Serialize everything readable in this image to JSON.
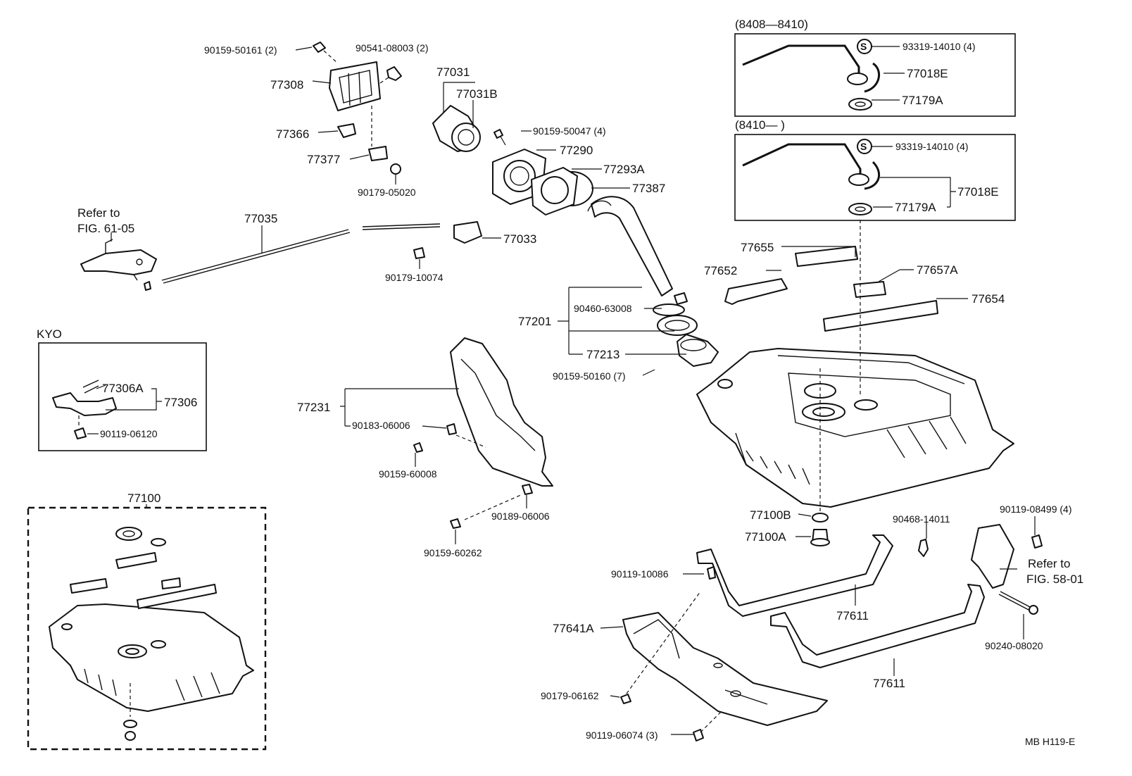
{
  "diagram_code": "MB  H119-E",
  "callouts": {
    "c1": "90159-50161 (2)",
    "c2": "90541-08003 (2)",
    "c3": "77308",
    "c4": "77366",
    "c5": "77377",
    "c6": "90179-05020",
    "c7": "77031",
    "c8": "77031B",
    "c9": "90159-50047 (4)",
    "c10": "77290",
    "c11": "77293A",
    "c12": "77387",
    "c13": "77035",
    "c14": "77033",
    "c15": "90179-10074",
    "c16": "77201",
    "c17": "90460-63008",
    "c18": "77213",
    "c19": "90159-50160 (7)",
    "c20": "77231",
    "c21": "90183-06006",
    "c22": "90159-60008",
    "c23": "90189-06006",
    "c24": "90159-60262",
    "c25": "77655",
    "c26": "77652",
    "c27": "77657A",
    "c28": "77654",
    "c29": "77100B",
    "c30": "77100A",
    "c31": "90468-14011",
    "c32": "90119-08499 (4)",
    "c33": "90119-10086",
    "c34": "77611",
    "c35": "77611",
    "c36": "77641A",
    "c37": "90240-08020",
    "c38": "90179-06162",
    "c39": "90119-06074 (3)",
    "c40": "77100"
  },
  "ref_top": {
    "line1": "Refer to",
    "line2": "FIG. 61-05"
  },
  "ref_bottom": {
    "line1": "Refer to",
    "line2": "FIG. 58-01"
  },
  "kyo_box": {
    "title": "KYO",
    "l1": "77306A",
    "l2": "77306",
    "l3": "90119-06120"
  },
  "inset_a": {
    "title": "(8408—8410)",
    "s_mark": "S",
    "l1": "93319-14010 (4)",
    "l2": "77018E",
    "l3": "77179A"
  },
  "inset_b": {
    "title": "(8410—          )",
    "s_mark": "S",
    "l1": "93319-14010 (4)",
    "l2": "77018E",
    "l3": "77179A"
  }
}
